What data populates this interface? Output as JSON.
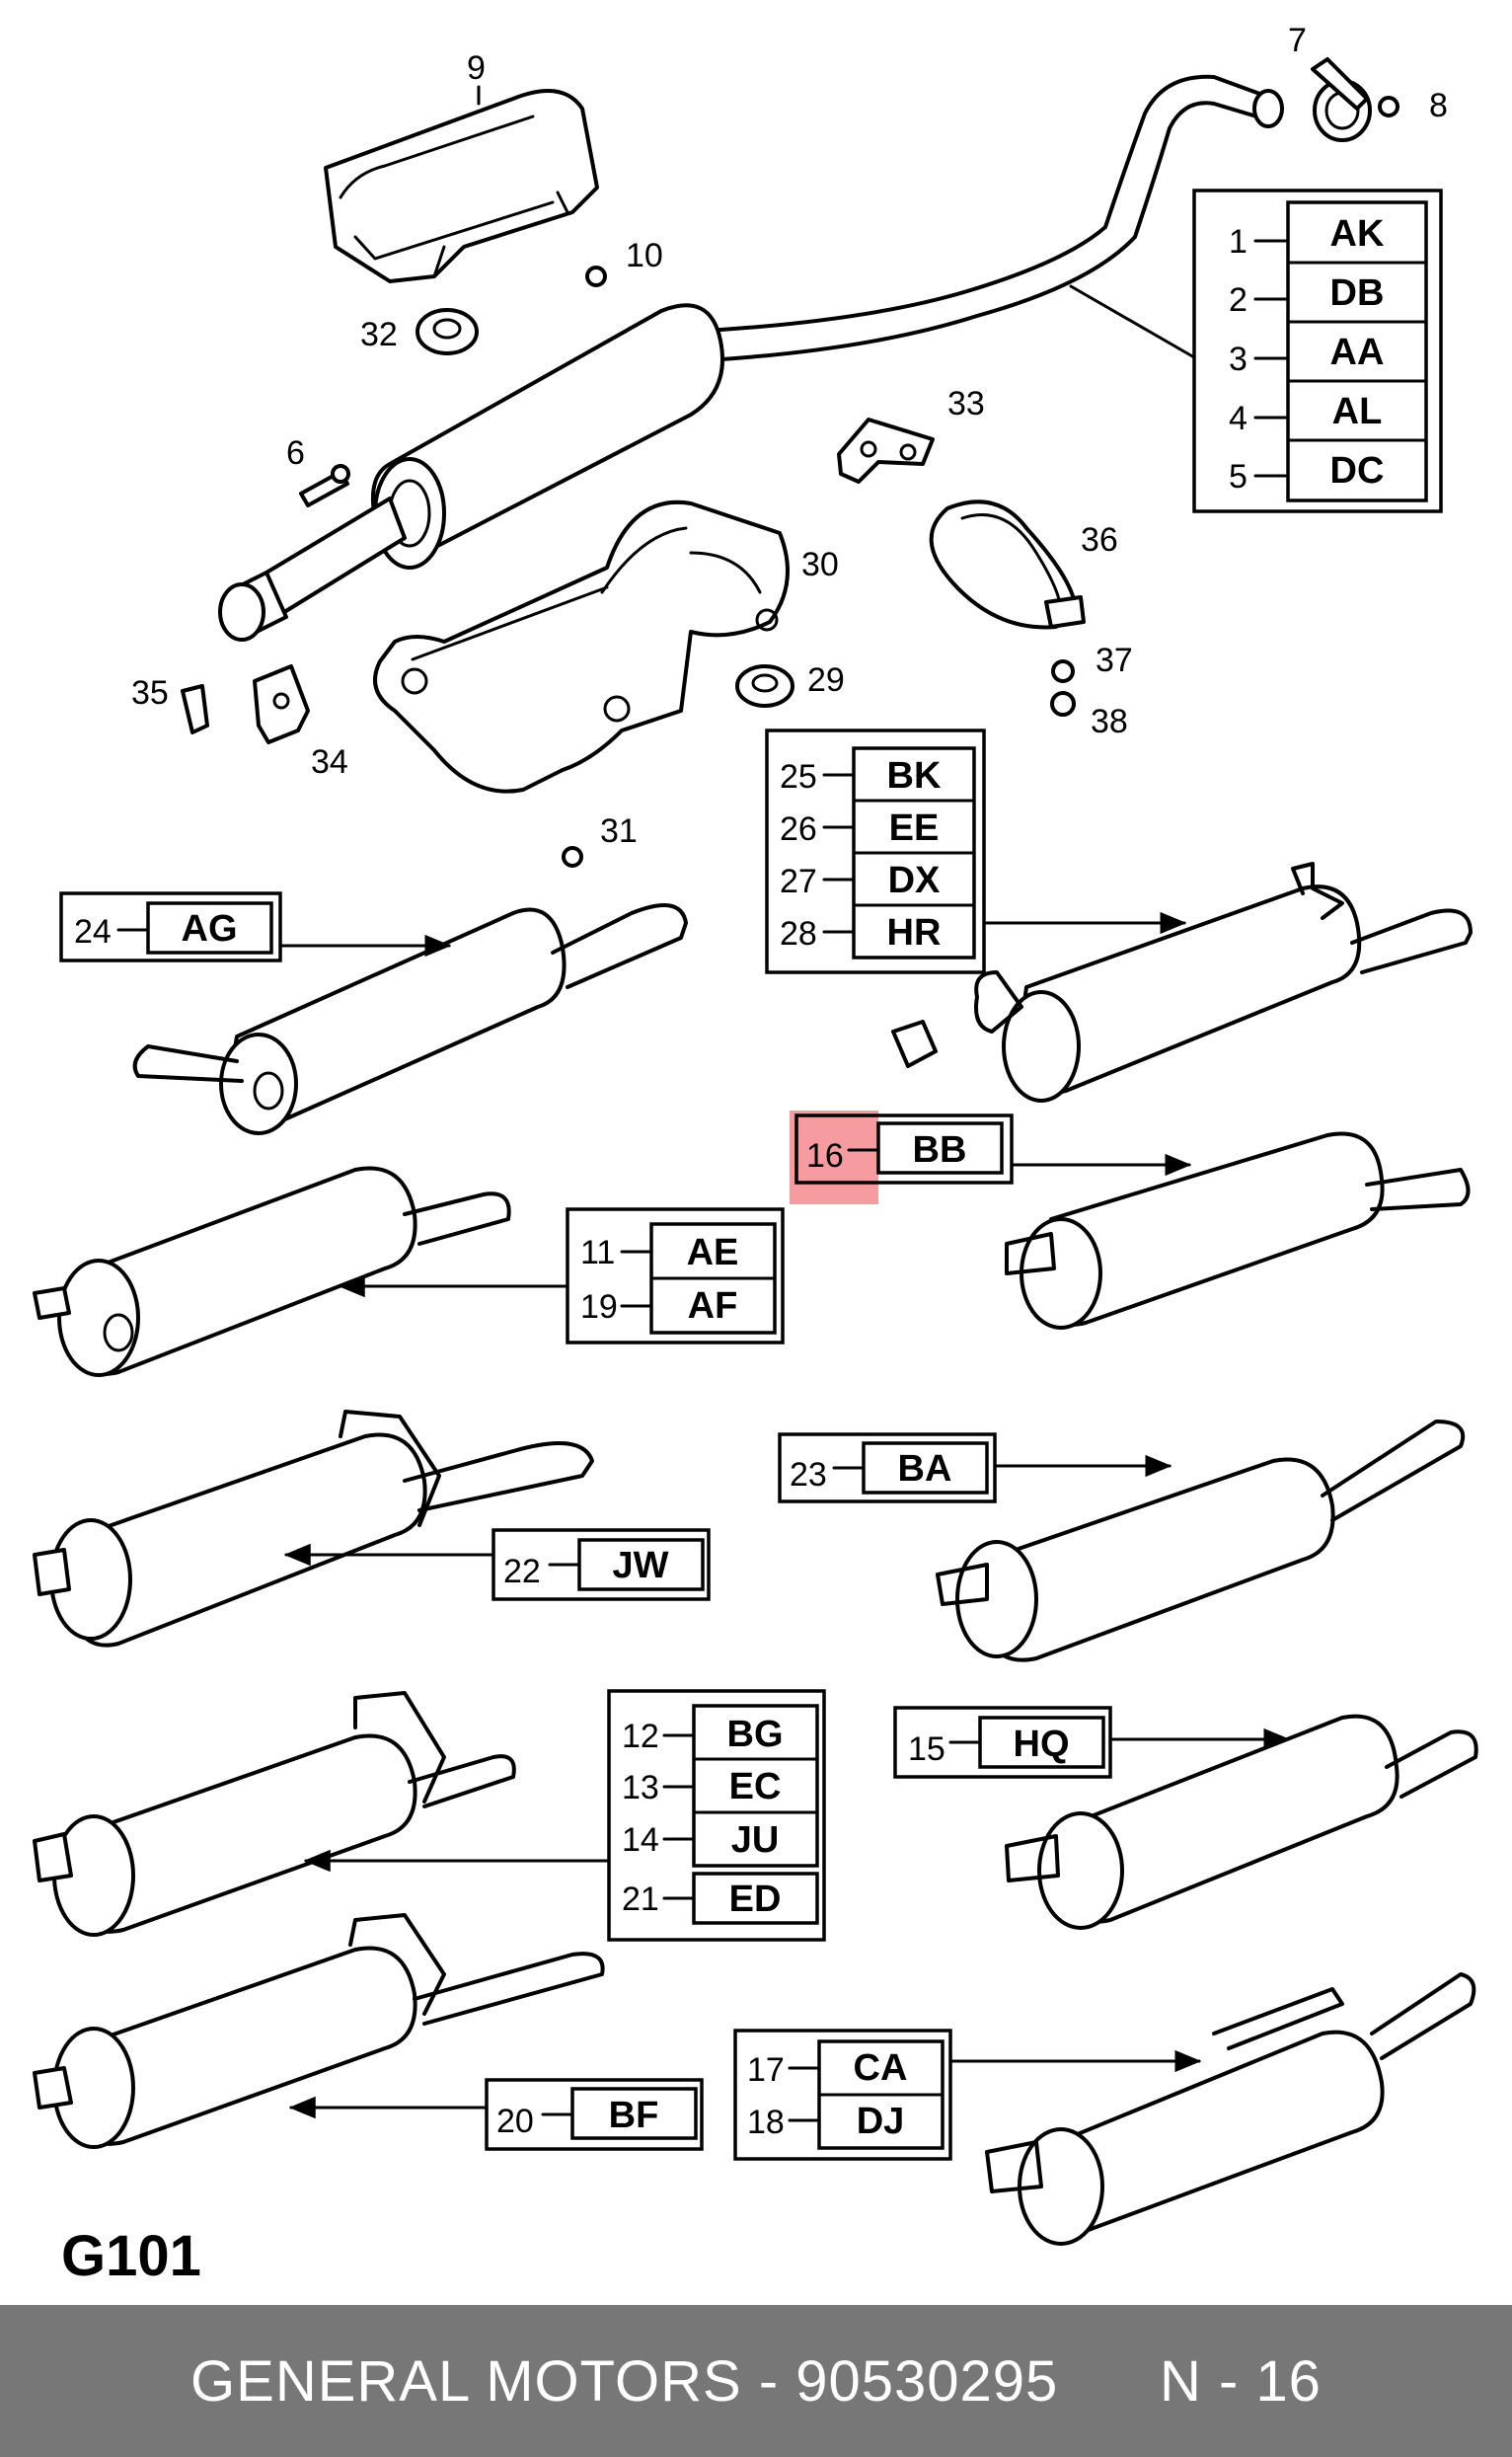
{
  "diagram_id": "G101",
  "footer": {
    "brand": "GENERAL MOTORS",
    "separator": " - ",
    "part_number": "90530295",
    "position": "N - 16"
  },
  "callouts": {
    "n1": "1",
    "n2": "2",
    "n3": "3",
    "n4": "4",
    "n5": "5",
    "n6": "6",
    "n7": "7",
    "n8": "8",
    "n9": "9",
    "n10": "10",
    "n11": "11",
    "n12": "12",
    "n13": "13",
    "n14": "14",
    "n15": "15",
    "n16": "16",
    "n17": "17",
    "n18": "18",
    "n19": "19",
    "n20": "20",
    "n21": "21",
    "n22": "22",
    "n23": "23",
    "n24": "24",
    "n25": "25",
    "n26": "26",
    "n27": "27",
    "n28": "28",
    "n29": "29",
    "n30": "30",
    "n31": "31",
    "n32": "32",
    "n33": "33",
    "n34": "34",
    "n35": "35",
    "n36": "36",
    "n37": "37",
    "n38": "38"
  },
  "codes": {
    "ak": "AK",
    "db": "DB",
    "aa": "AA",
    "al": "AL",
    "dc": "DC",
    "bk": "BK",
    "ee": "EE",
    "dx": "DX",
    "hr": "HR",
    "ag": "AG",
    "bb": "BB",
    "ae": "AE",
    "af": "AF",
    "ba": "BA",
    "jw": "JW",
    "bg": "BG",
    "ec": "EC",
    "ju": "JU",
    "ed": "ED",
    "hq": "HQ",
    "bf": "BF",
    "ca": "CA",
    "dj": "DJ"
  },
  "highlight_color": "#f48a8f"
}
